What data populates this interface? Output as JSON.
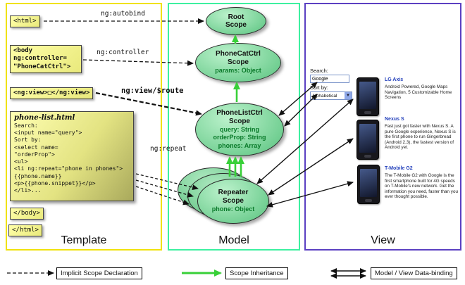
{
  "columns": {
    "template": "Template",
    "model": "Model",
    "view": "View"
  },
  "template": {
    "html_open": "<html>",
    "body_open": "<body\nng:controller=\n\"PhoneCatCtrl\">",
    "ng_view": "<ng:view>□</ng:view>",
    "phone_list_title": "phone-list.html",
    "phone_list_code": "Search:\n<input name=\"query\">\nSort by:\n<select name=\n\"orderProp\">\n<ul>\n<li ng:repeat=\"phone in phones\">\n{{phone.name}}\n<p>{{phone.snippet}}</p>\n</li>...",
    "body_close": "</body>",
    "html_close": "</html>"
  },
  "arrows": {
    "ng_autobind": "ng:autobind",
    "ng_controller": "ng:controller",
    "ng_view_route": "ng:view/$route",
    "ng_repeat": "ng:repeat"
  },
  "model": {
    "root": {
      "title": "Root\nScope"
    },
    "phonecat": {
      "title": "PhoneCatCtrl\nScope",
      "props": "params: Object"
    },
    "phonelist": {
      "title": "PhoneListCtrl\nScope",
      "props": "query: String\norderProp: String\nphones: Array"
    },
    "repeater": {
      "title": "Repeater\nScope",
      "props": "phone: Object"
    }
  },
  "view": {
    "search_label": "Search:",
    "search_value": "Google",
    "sort_label": "Sort by:",
    "sort_value": "Alphabetical",
    "dropdown_glyph": "▼",
    "phones": [
      {
        "name": "LG Axis",
        "desc": "Android Powered, Google Maps Navigation, 5 Customizable Home Screens"
      },
      {
        "name": "Nexus S",
        "desc": "Fast just got faster with Nexus S. A pure Google experience, Nexus S is the first phone to run Gingerbread (Android 2.3), the fastest version of Android yet."
      },
      {
        "name": "T-Mobile G2",
        "desc": "The T-Mobile G2 with Google is the first smartphone built for 4G speeds on T-Mobile's new network. Get the information you need, faster than you ever thought possible."
      }
    ]
  },
  "legend": {
    "implicit": "Implicit Scope Declaration",
    "inheritance": "Scope Inheritance",
    "databinding": "Model / View Data-binding"
  }
}
